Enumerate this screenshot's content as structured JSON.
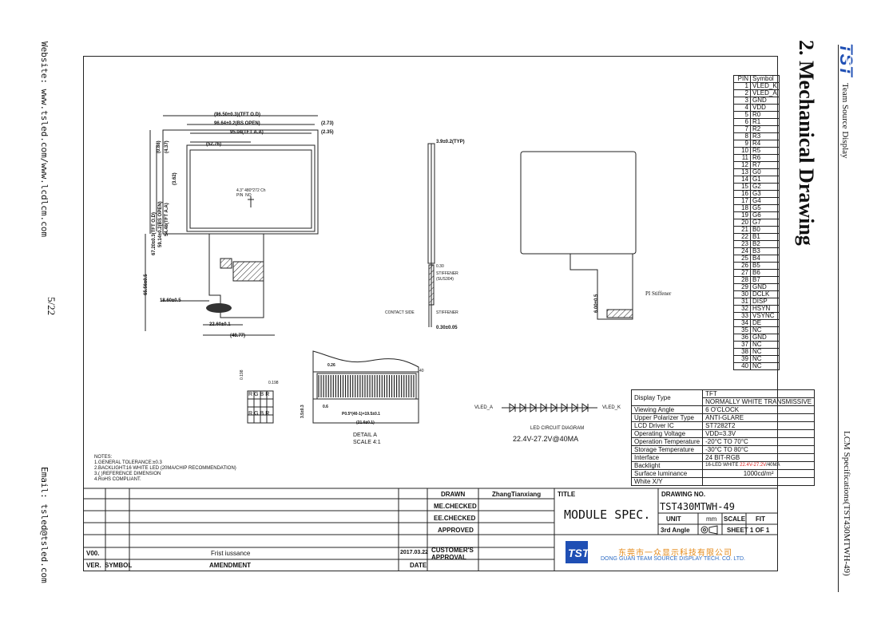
{
  "margin_left": {
    "website": "Website:  www.tsled.com/www.lcdlcm.com",
    "page": "5/22",
    "email": "Email:  tsled@tsled.com"
  },
  "right_header": {
    "company": "Team Source Display",
    "section_title": "2. Mechanical Drawing",
    "spec_title": "LCM Specifications(TST430MTWH-49)"
  },
  "pin_table": {
    "header": [
      "PIN",
      "Symbol"
    ],
    "rows": [
      [
        "1",
        "VLED_K"
      ],
      [
        "2",
        "VLED_A"
      ],
      [
        "3",
        "GND"
      ],
      [
        "4",
        "VDD"
      ],
      [
        "5",
        "R0"
      ],
      [
        "6",
        "R1"
      ],
      [
        "7",
        "R2"
      ],
      [
        "8",
        "R3"
      ],
      [
        "9",
        "R4"
      ],
      [
        "10",
        "R5"
      ],
      [
        "11",
        "R6"
      ],
      [
        "12",
        "R7"
      ],
      [
        "13",
        "G0"
      ],
      [
        "14",
        "G1"
      ],
      [
        "15",
        "G2"
      ],
      [
        "16",
        "G3"
      ],
      [
        "17",
        "G4"
      ],
      [
        "18",
        "G5"
      ],
      [
        "19",
        "G6"
      ],
      [
        "20",
        "G7"
      ],
      [
        "21",
        "B0"
      ],
      [
        "22",
        "B1"
      ],
      [
        "23",
        "B2"
      ],
      [
        "24",
        "B3"
      ],
      [
        "25",
        "B4"
      ],
      [
        "26",
        "B5"
      ],
      [
        "27",
        "B6"
      ],
      [
        "28",
        "B7"
      ],
      [
        "29",
        "GND"
      ],
      [
        "30",
        "DCLK"
      ],
      [
        "31",
        "DISP"
      ],
      [
        "32",
        "HSYN"
      ],
      [
        "33",
        "VSYNC"
      ],
      [
        "34",
        "DE"
      ],
      [
        "35",
        "NC"
      ],
      [
        "36",
        "GND"
      ],
      [
        "37",
        "NC"
      ],
      [
        "38",
        "NC"
      ],
      [
        "39",
        "NC"
      ],
      [
        "40",
        "NC"
      ]
    ]
  },
  "spec_table": {
    "rows": [
      {
        "label": "Display Type",
        "value": "TFT",
        "value2": "NORMALLY WHITE TRANSMISSIVE"
      },
      {
        "label": "Viewing Angle",
        "value": "6 O'CLOCK"
      },
      {
        "label": "Upper Polarizer Type",
        "value": "ANTI-GLARE"
      },
      {
        "label": "LCD Driver IC",
        "value": "ST7282T2"
      },
      {
        "label": "Operating Voltage",
        "value": "VDD=3.3V"
      },
      {
        "label": "Operation Temperature",
        "value": "-20°C  TO   70°C"
      },
      {
        "label": "Storage Temperature",
        "value": "-30°C  TO   80°C"
      },
      {
        "label": "Interface",
        "value": "24 BIT-RGB"
      },
      {
        "label": "Backlight",
        "value_a": "16-LED WHITE ",
        "value_red": "22.4V-27.2V",
        "value_b": "/40MA"
      },
      {
        "label": "Surface luminance",
        "value": "1000cd/m²"
      },
      {
        "label": "White X/Y",
        "value": ""
      }
    ]
  },
  "drawing_labels": {
    "dim_outline": "(96.50±0.3)(TFT O.D)",
    "dim_open": "96.64±0.2(BS OPEN)",
    "dim_aa": "95.04(TFT A.A)",
    "dim_273": "(2.73)",
    "dim_235": "(2.35)",
    "dim_5276": "(52.76)",
    "dim_left_1": "67.20±0.3(TFT O.D)",
    "dim_left_2": "59.14±0.2(BS OPEN)",
    "dim_left_3": "54.48(TFT A.A)",
    "dim_left_4": "(3.62)",
    "dim_left_5": "(4.37)",
    "dim_left_6": "(0.88)",
    "center_note": "4.3\" 480*272 Ch\nPIN  NO",
    "dim_fpc_len": "65.56±0.5",
    "dim_1860": "18.60±0.5",
    "dim_2260": "22.60±0.1",
    "dim_4877": "(48.77)",
    "side_thick": "3.9±0.2(TYP)",
    "side_stiff_a": "0.30",
    "side_stiff_b": "STIFFENER",
    "side_stiff_c": "(SUS304)",
    "contact_side": "CONTACT SIDE",
    "stiffener": "STIFFENER",
    "side_bottom": "0.30±0.05",
    "back_dim": "6.00±0.5",
    "pi_stiffener": "PI Stiffener",
    "detail_title": "DETAIL  A",
    "detail_scale": "SCALE  4:1",
    "detail_026": "0.26",
    "detail_40": "40",
    "detail_06": "0.6",
    "detail_pitch": "P0.5*(40-1)=19.5±0.1",
    "detail_216": "(21.6±0.1)",
    "detail_left": "3.5±0.3",
    "pixel_198": "0.198",
    "pixel_left": "0.198",
    "pixel_cells": [
      "R",
      "G",
      "B",
      "R"
    ],
    "led_left": "VLED_A",
    "led_right": "VLED_K",
    "led_diagram": "LED CIRCUIT DIAGRAM",
    "led_spec": "22.4V-27.2V@40MA"
  },
  "notes": [
    "NOTES:",
    "1.GENERAL TOLERANCE:±0.3",
    "2.BACKLIGHT:16 WHITE LED (20MA/CHIP RECOMMENDATION)",
    "3.(   )REFERENCE DIMENSION",
    "4.RoHS COMPLIANT."
  ],
  "title_block": {
    "drawn_label": "DRAWN",
    "drawn_value": "ZhangTianxiang",
    "me_checked": "ME.CHECKED",
    "ee_checked": "EE.CHECKED",
    "approved": "APPROVED",
    "customer_approval": "CUSTOMER'S APPROVAL",
    "date_label": "DATE",
    "title_label": "TITLE",
    "title_value": "MODULE  SPEC.",
    "drawing_no_label": "DRAWING NO.",
    "drawing_no_value": "TST430MTWH-49",
    "unit_label": "UNIT",
    "unit_value": "mm",
    "scale_label": "SCALE",
    "scale_value": "FIT",
    "angle_label": "3rd Angle",
    "sheet_value": "SHEET  1  OF 1",
    "rev_ver": "V00.",
    "rev_desc": "Frist  iussance",
    "rev_date": "2017.03.22",
    "ver_label": "VER.",
    "symbol_label": "SYMBOL",
    "amendment_label": "AMENDMENT",
    "company_cn": "东莞市一众显示科技有限公司",
    "company_en": "DONG GUAN TEAM SOURCE DISPLAY TECH. CO. LTD."
  },
  "colors": {
    "logo_blue": "#1f4fb4",
    "company_orange": "#e58a18",
    "company_blue": "#2f6dc4",
    "highlight_red": "#d22222"
  }
}
